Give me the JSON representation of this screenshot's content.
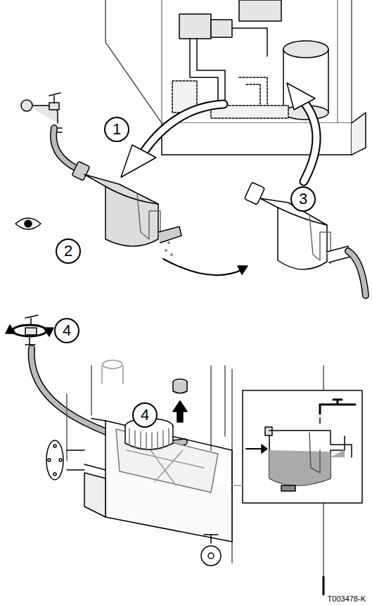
{
  "diagram": {
    "nodes": [
      {
        "text": [
          "1"
        ]
      },
      {
        "text": [
          "2"
        ]
      },
      {
        "text": [
          "3"
        ]
      },
      {
        "text": [
          "4"
        ]
      },
      {
        "text": [
          "4"
        ]
      }
    ],
    "labels": [
      "T003478-K"
    ]
  }
}
